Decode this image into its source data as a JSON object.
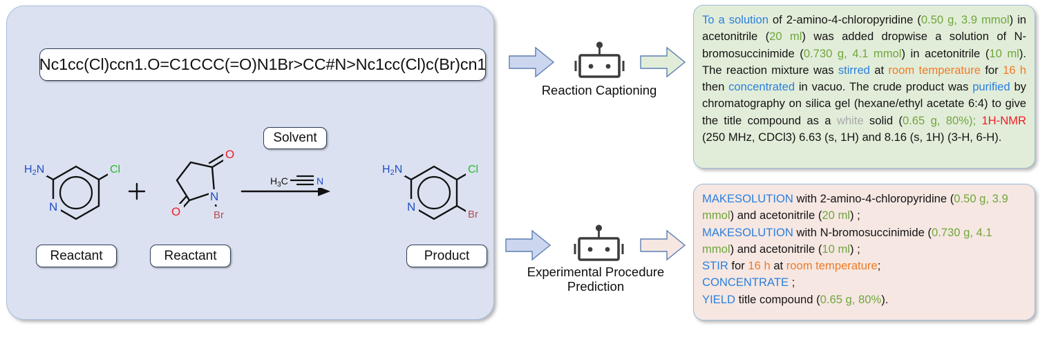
{
  "reaction_panel": {
    "smiles": "Nc1cc(Cl)ccn1.O=C1CCC(=O)N1Br>CC#N>Nc1cc(Cl)c(Br)cn1",
    "labels": {
      "solvent": "Solvent",
      "reactant1": "Reactant",
      "reactant2": "Reactant",
      "product": "Product"
    },
    "scheme": {
      "plus_sign": "+",
      "reactant1_atoms": {
        "amine": "H2N",
        "chloro": "Cl",
        "ring_n": "N"
      },
      "reactant2_atoms": {
        "oxygen_top": "O",
        "oxygen_bottom": "O",
        "nitrogen": "N",
        "bromine": "Br"
      },
      "solvent_atoms": {
        "methyl": "H3C",
        "nitrile_n": "N"
      },
      "product_atoms": {
        "amine": "H2N",
        "chloro": "Cl",
        "ring_n": "N",
        "bromo": "Br"
      }
    }
  },
  "pipelines": [
    {
      "caption": "Reaction Captioning",
      "icon": "robot-icon",
      "in_arrow_color": "#ccd6ee",
      "out_arrow_color": "#e2edd9"
    },
    {
      "caption": "Experimental Procedure\nPrediction",
      "caption_line1": "Experimental Procedure",
      "caption_line2": "Prediction",
      "icon": "robot-icon",
      "in_arrow_color": "#ccd6ee",
      "out_arrow_color": "#f6e7e2"
    }
  ],
  "caption_output": {
    "title": "Reaction Captioning output",
    "segments": [
      {
        "t": "To a solution",
        "c": "blue"
      },
      {
        "t": " of 2-amino-4-chloropyridine (",
        "c": "black"
      },
      {
        "t": "0.50 g, 3.9 mmol",
        "c": "green"
      },
      {
        "t": ") in acetonitrile (",
        "c": "black"
      },
      {
        "t": "20 ml",
        "c": "green"
      },
      {
        "t": ") was added dropwise a solution of N-bromosuccinimide (",
        "c": "black"
      },
      {
        "t": "0.730 g, 4.1 mmol",
        "c": "green"
      },
      {
        "t": ") in acetonitrile (",
        "c": "black"
      },
      {
        "t": "10 ml",
        "c": "green"
      },
      {
        "t": "). The reaction mixture was ",
        "c": "black"
      },
      {
        "t": "stirred",
        "c": "blue"
      },
      {
        "t": " at ",
        "c": "black"
      },
      {
        "t": "room temperature",
        "c": "orange"
      },
      {
        "t": " for ",
        "c": "black"
      },
      {
        "t": "16 h",
        "c": "orange"
      },
      {
        "t": " then ",
        "c": "black"
      },
      {
        "t": "concentrated",
        "c": "blue"
      },
      {
        "t": " in vacuo. The crude product was ",
        "c": "black"
      },
      {
        "t": "purified",
        "c": "blue"
      },
      {
        "t": " by chromatography on silica gel (hexane/ethyl acetate 6:4) to give the title compound as a ",
        "c": "black"
      },
      {
        "t": "white",
        "c": "grey"
      },
      {
        "t": " solid (",
        "c": "black"
      },
      {
        "t": "0.65 g, 80%);",
        "c": "green"
      },
      {
        "t": " ",
        "c": "black"
      },
      {
        "t": "1H-NMR",
        "c": "red"
      },
      {
        "t": " (250 MHz, CDCl3) 6.63 (s, 1H) and 8.16 (s, 1H) (3-H, 6-H).",
        "c": "black"
      }
    ]
  },
  "procedure_output": {
    "title": "Experimental Procedure Prediction output",
    "lines": [
      [
        {
          "t": "MAKESOLUTION",
          "c": "blue"
        },
        {
          "t": " with 2-amino-4-chloropyridine (",
          "c": "black"
        },
        {
          "t": "0.50 g, 3.9 mmol",
          "c": "green"
        },
        {
          "t": ") and acetonitrile (",
          "c": "black"
        },
        {
          "t": "20 ml",
          "c": "green"
        },
        {
          "t": ") ;",
          "c": "black"
        }
      ],
      [
        {
          "t": "MAKESOLUTION",
          "c": "blue"
        },
        {
          "t": " with N-bromosuccinimide (",
          "c": "black"
        },
        {
          "t": "0.730 g, 4.1 mmol",
          "c": "green"
        },
        {
          "t": ") and acetonitrile (",
          "c": "black"
        },
        {
          "t": "10 ml",
          "c": "green"
        },
        {
          "t": ") ;",
          "c": "black"
        }
      ],
      [
        {
          "t": "STIR",
          "c": "blue"
        },
        {
          "t": " for ",
          "c": "black"
        },
        {
          "t": "16 h",
          "c": "orange"
        },
        {
          "t": " at ",
          "c": "black"
        },
        {
          "t": "room temperature",
          "c": "orange"
        },
        {
          "t": ";",
          "c": "black"
        }
      ],
      [
        {
          "t": "CONCENTRATE",
          "c": "blue"
        },
        {
          "t": " ;",
          "c": "black"
        }
      ],
      [
        {
          "t": "YIELD",
          "c": "blue"
        },
        {
          "t": " title compound (",
          "c": "black"
        },
        {
          "t": "0.65 g, 80%",
          "c": "green"
        },
        {
          "t": ").",
          "c": "black"
        }
      ]
    ]
  },
  "colors": {
    "panel_bg": "#dbe1f1",
    "caption_bg": "#e2edd9",
    "procedure_bg": "#f6e7e2",
    "blue": "#2a7fde",
    "green": "#6fa63c",
    "orange": "#f07a26",
    "red": "#ec1c24",
    "grey": "#a9a9a9",
    "atom_n": "#1f4ec4",
    "atom_o": "#ee1c25",
    "atom_cl": "#2ab82a",
    "atom_br": "#b35050"
  }
}
